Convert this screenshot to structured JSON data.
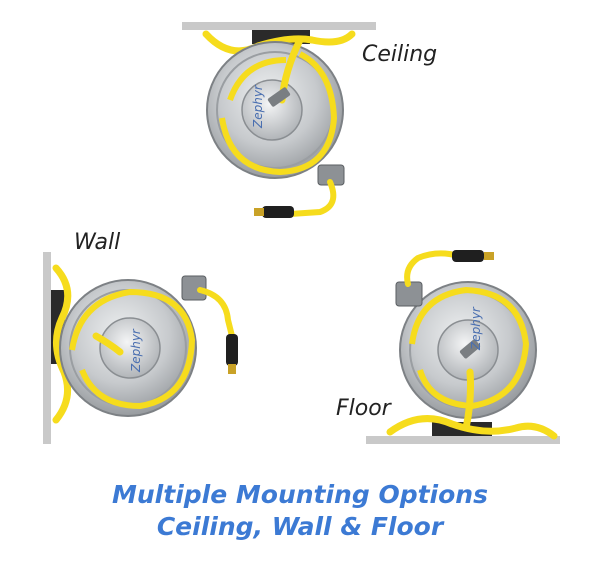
{
  "labels": {
    "ceiling": "Ceiling",
    "wall": "Wall",
    "floor": "Floor"
  },
  "caption": {
    "line1": "Multiple Mounting Options",
    "line2": "Ceiling, Wall & Floor"
  },
  "reel": {
    "brand_mark": "Zephyr",
    "hose_color": "#f6dc1d",
    "steel_color": "#c7cacd",
    "mount_surface_color": "#c9c9c9",
    "caption_color": "#3c7ad4"
  }
}
